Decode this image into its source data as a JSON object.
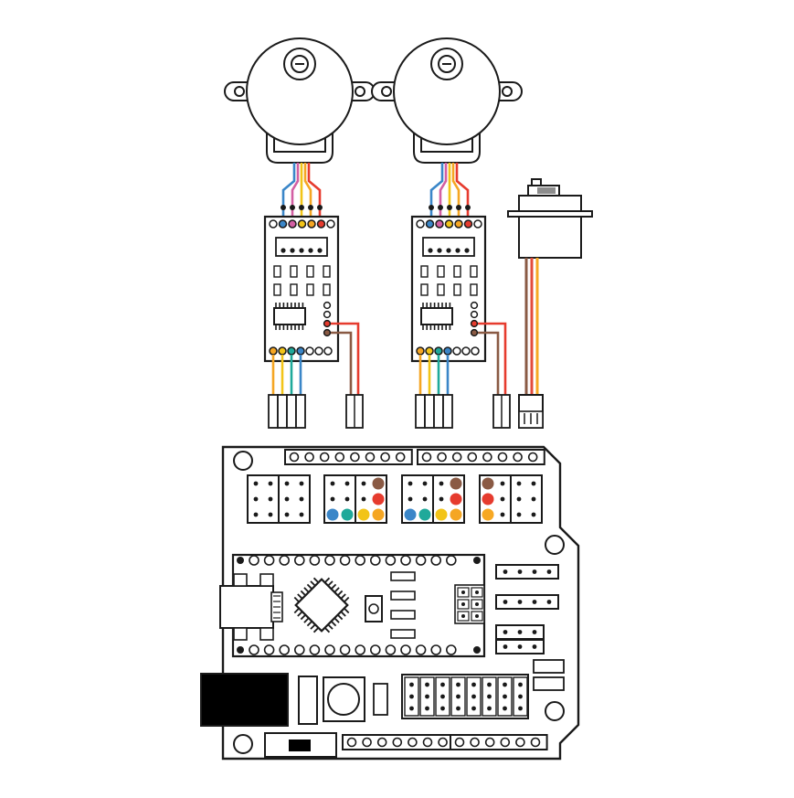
{
  "diagram": {
    "components": {
      "steppers": [
        {
          "name": "stepper-motor-1"
        },
        {
          "name": "stepper-motor-2"
        }
      ],
      "drivers": [
        {
          "name": "stepper-driver-board-1"
        },
        {
          "name": "stepper-driver-board-2"
        }
      ],
      "servo": {
        "name": "servo-motor"
      },
      "shield": {
        "name": "expansion-shield"
      },
      "controller": {
        "name": "nano-board"
      }
    },
    "colors": {
      "stroke": "#1a1a1a",
      "blue": "#3a86c8",
      "pink": "#d35fa3",
      "yellow": "#f2c418",
      "orange": "#f5a623",
      "red": "#e63b2e",
      "brown": "#8a5a44",
      "teal": "#1fa99a",
      "servo_orange": "#f7a823",
      "servo_red": "#e34b3b",
      "servo_brown": "#8a5a44"
    },
    "icons": {
      "motor": "stepper-motor-icon",
      "driver": "driver-board-icon",
      "servo": "servo-icon",
      "shield": "shield-board-icon",
      "chip": "microcontroller-chip-icon"
    }
  }
}
